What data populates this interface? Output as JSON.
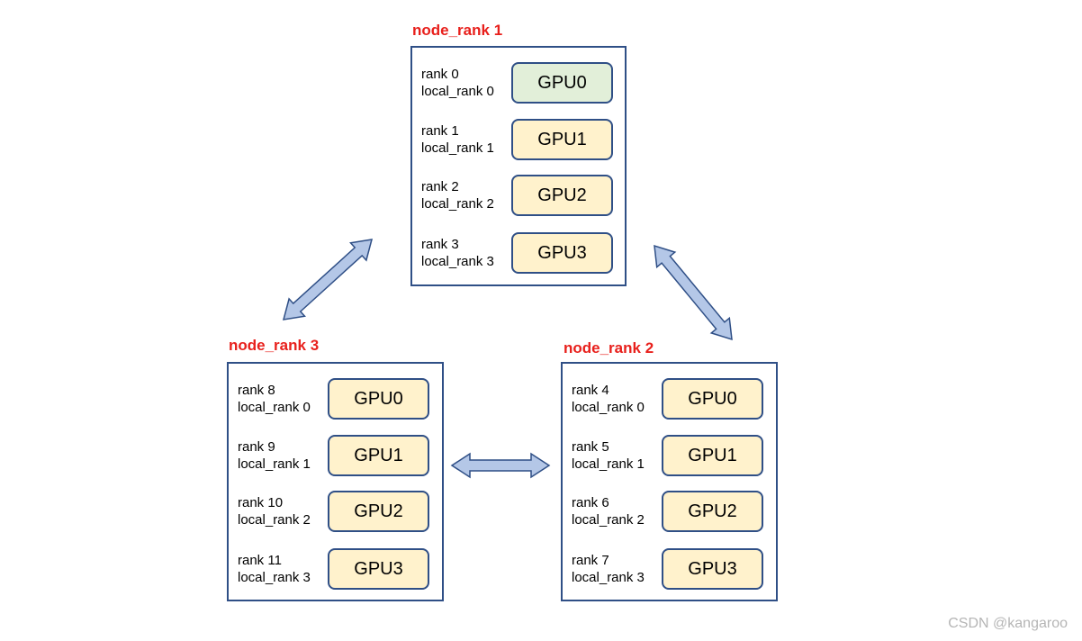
{
  "colors": {
    "title": "#e8201c",
    "border": "#2f4f86",
    "gpu_fill": "#fff2cc",
    "gpu_master_fill": "#e2efd9",
    "arrow_fill": "#b4c7e7",
    "arrow_stroke": "#2f4f86"
  },
  "nodes": [
    {
      "title": "node_rank 1",
      "gpus": [
        {
          "rank": "rank 0",
          "local_rank": "local_rank 0",
          "gpu": "GPU0",
          "master": true
        },
        {
          "rank": "rank 1",
          "local_rank": "local_rank 1",
          "gpu": "GPU1",
          "master": false
        },
        {
          "rank": "rank 2",
          "local_rank": "local_rank 2",
          "gpu": "GPU2",
          "master": false
        },
        {
          "rank": "rank 3",
          "local_rank": "local_rank 3",
          "gpu": "GPU3",
          "master": false
        }
      ]
    },
    {
      "title": "node_rank 3",
      "gpus": [
        {
          "rank": "rank 8",
          "local_rank": "local_rank 0",
          "gpu": "GPU0",
          "master": false
        },
        {
          "rank": "rank 9",
          "local_rank": "local_rank 1",
          "gpu": "GPU1",
          "master": false
        },
        {
          "rank": "rank 10",
          "local_rank": "local_rank 2",
          "gpu": "GPU2",
          "master": false
        },
        {
          "rank": "rank 11",
          "local_rank": "local_rank 3",
          "gpu": "GPU3",
          "master": false
        }
      ]
    },
    {
      "title": "node_rank 2",
      "gpus": [
        {
          "rank": "rank 4",
          "local_rank": "local_rank 0",
          "gpu": "GPU0",
          "master": false
        },
        {
          "rank": "rank 5",
          "local_rank": "local_rank 1",
          "gpu": "GPU1",
          "master": false
        },
        {
          "rank": "rank 6",
          "local_rank": "local_rank 2",
          "gpu": "GPU2",
          "master": false
        },
        {
          "rank": "rank 7",
          "local_rank": "local_rank 3",
          "gpu": "GPU3",
          "master": false
        }
      ]
    }
  ],
  "connections": [
    {
      "from": "node_rank 1",
      "to": "node_rank 3"
    },
    {
      "from": "node_rank 1",
      "to": "node_rank 2"
    },
    {
      "from": "node_rank 3",
      "to": "node_rank 2"
    }
  ],
  "watermark": "CSDN @kangaroo"
}
